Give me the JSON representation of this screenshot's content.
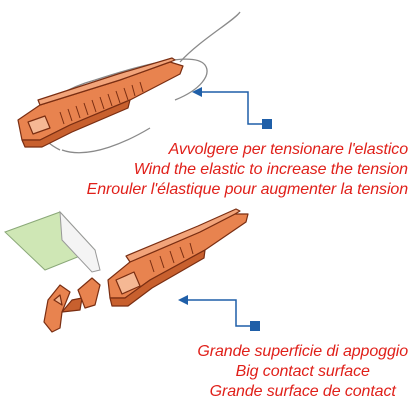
{
  "colors": {
    "caption_text": "#e0201a",
    "part_fill": "#e8834f",
    "part_stroke": "#7a2e12",
    "arrow": "#1f5fa8",
    "blade": "#cfe7b5"
  },
  "captions": {
    "top": [
      "Avvolgere per tensionare l'elastico",
      "Wind the elastic to increase the tension",
      "Enrouler l'élastique pour augmenter la tension"
    ],
    "bottom": [
      "Grande superficie di appoggio",
      "Big contact surface",
      "Grande surface de contact"
    ]
  }
}
